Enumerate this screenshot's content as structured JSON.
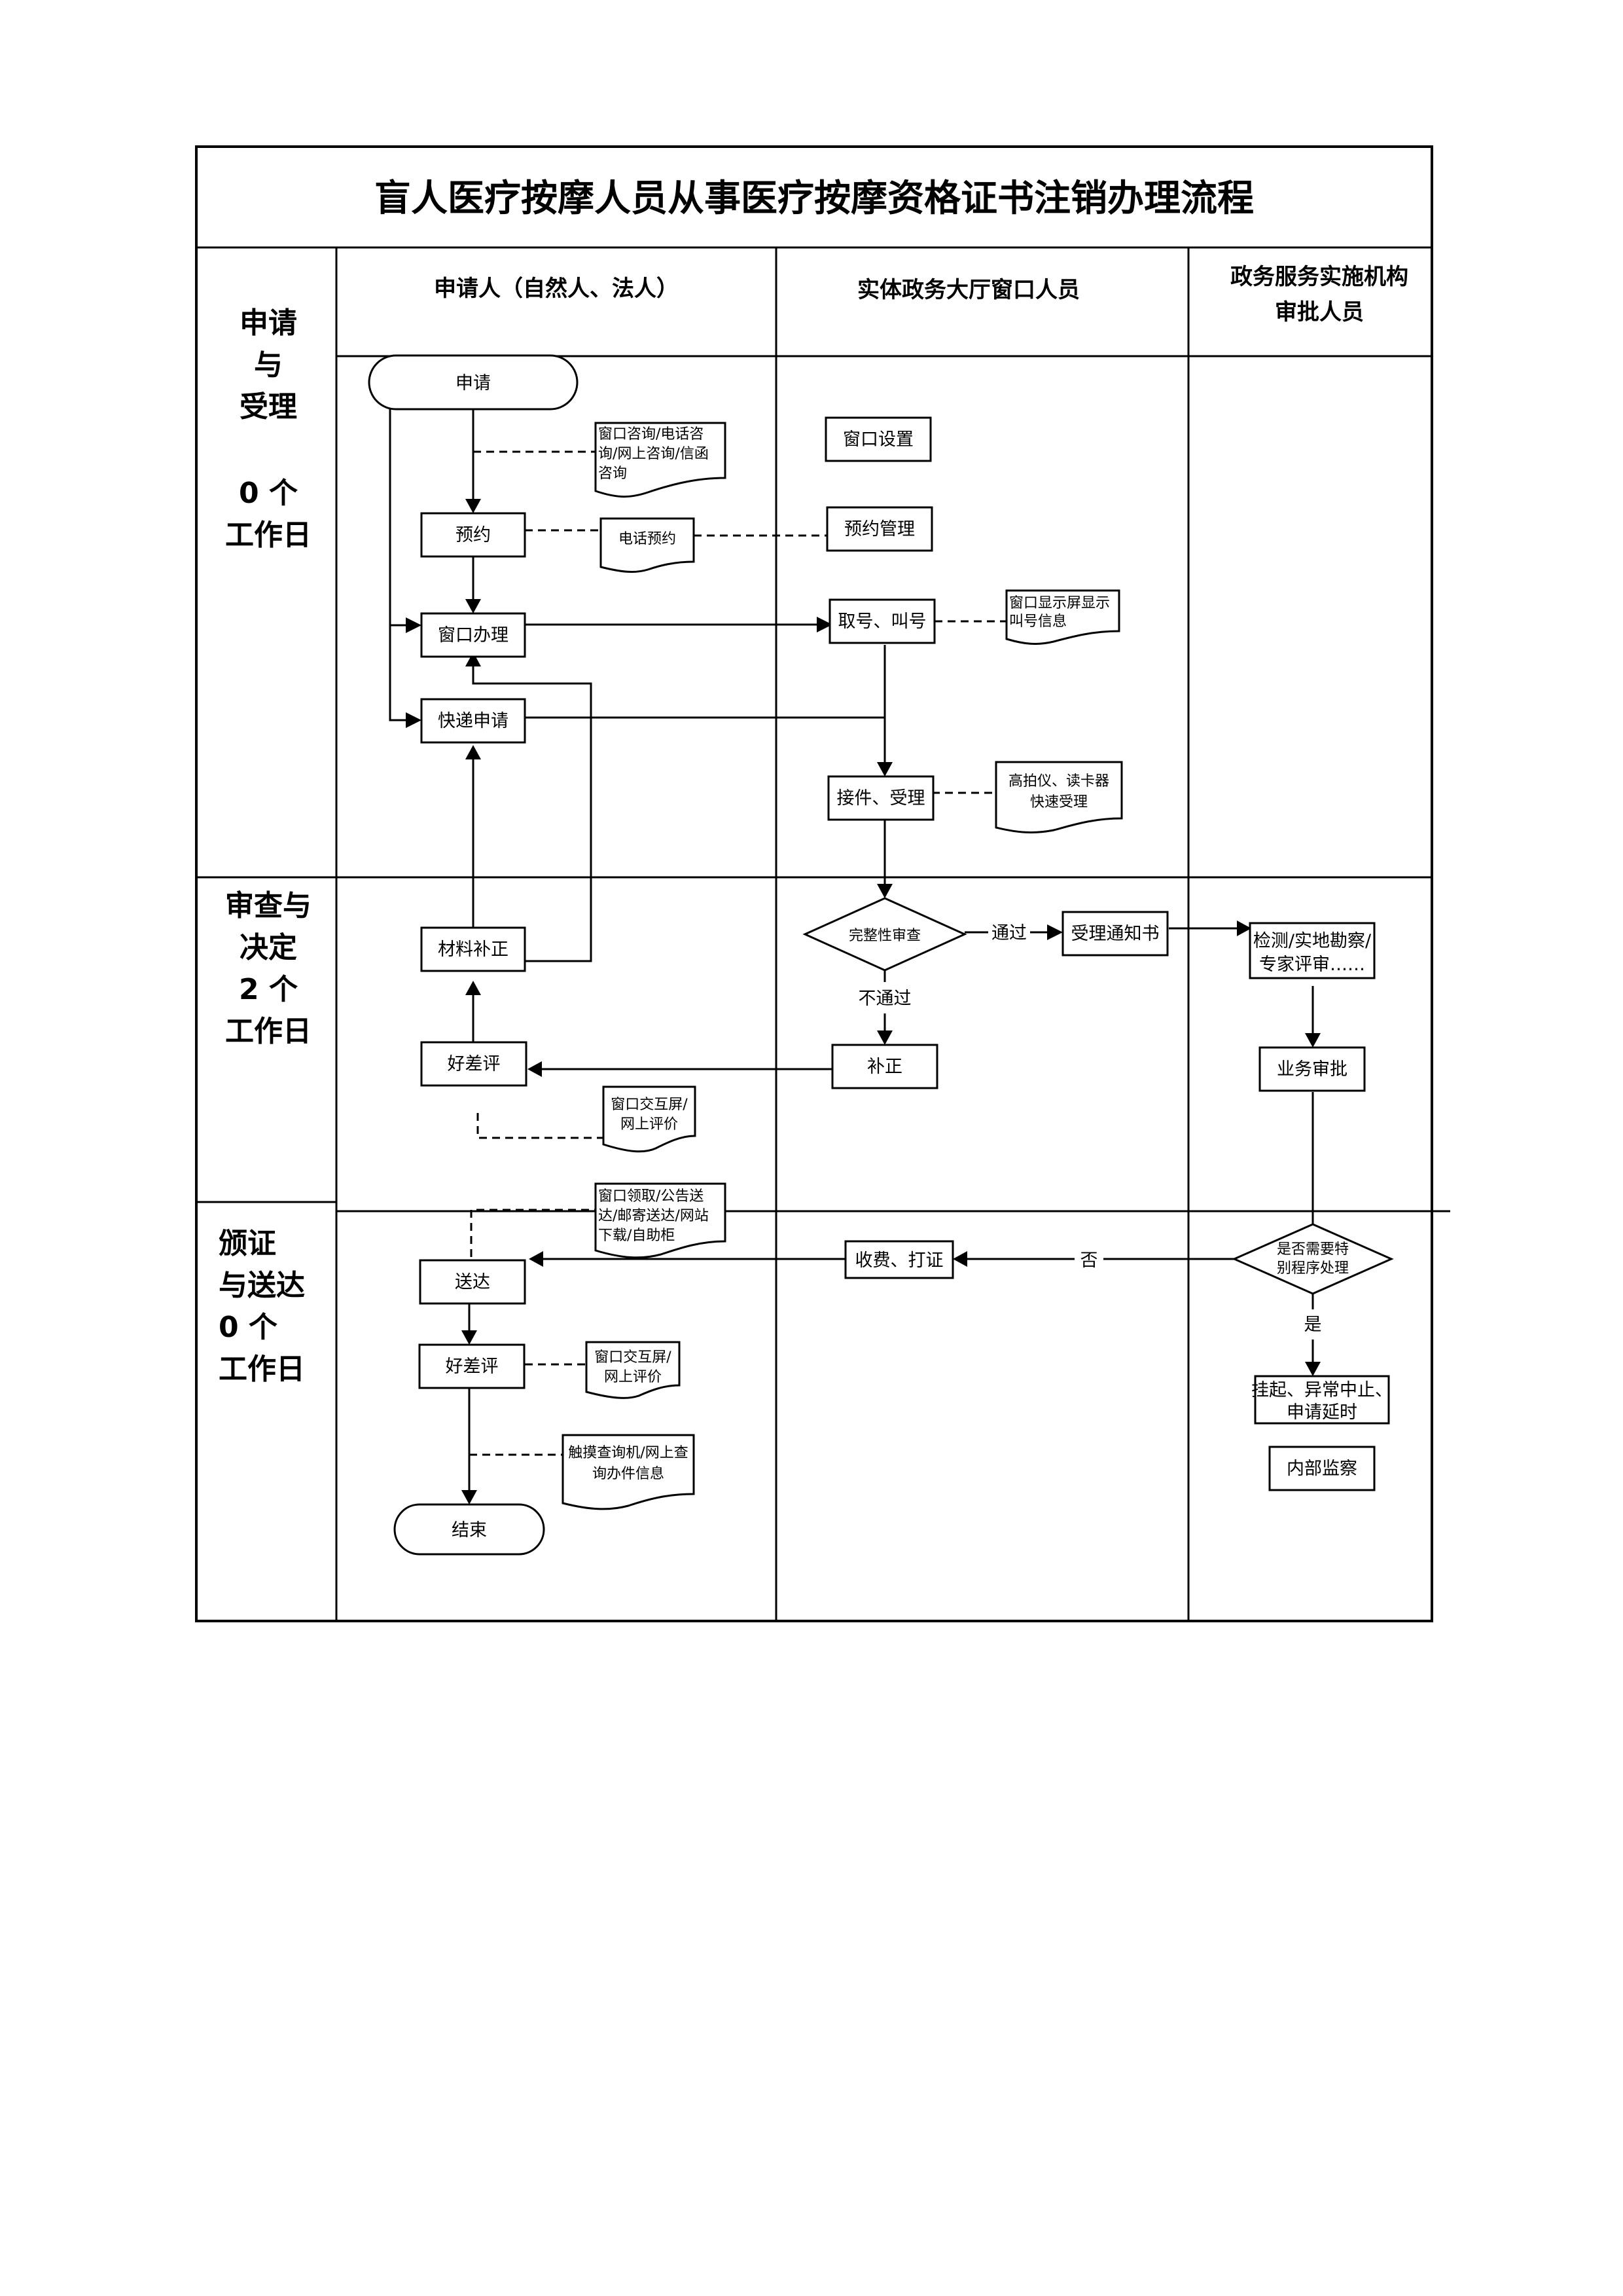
{
  "title": "盲人医疗按摩人员从事医疗按摩资格证书注销办理流程",
  "lanes": {
    "applicant": "申请人（自然人、法人）",
    "hall": "实体政务大厅窗口人员",
    "agency": [
      "政务服务实施机构",
      "审批人员"
    ]
  },
  "phases": [
    {
      "lines": [
        "申请",
        "与",
        "受理",
        "",
        "0 个",
        "工作日"
      ]
    },
    {
      "lines": [
        "审查与",
        "决定",
        "2 个",
        "工作日"
      ]
    },
    {
      "lines": [
        "颁证",
        "与送达",
        "0 个",
        "工作日"
      ]
    }
  ],
  "nodes": {
    "apply": "申请",
    "reserve": "预约",
    "window_handle": "窗口办理",
    "express_apply": "快递申请",
    "material_fix": "材料补正",
    "rating1": "好差评",
    "deliver": "送达",
    "rating2": "好差评",
    "end": "结束",
    "window_setup": "窗口设置",
    "reserve_mgmt": "预约管理",
    "take_number": "取号、叫号",
    "receive_accept": "接件、受理",
    "completeness_check": "完整性审查",
    "accept_notice": "受理通知书",
    "correction": "补正",
    "charge_print": "收费、打证",
    "inspection": [
      "检测/实地勘察/",
      "专家评审……"
    ],
    "business_approval": "业务审批",
    "special_check": [
      "是否需要特",
      "别程序处理"
    ],
    "suspend": [
      "挂起、异常中止、",
      "申请延时"
    ],
    "internal_supervision": "内部监察"
  },
  "documents": {
    "consult": [
      "窗口咨询/电话咨",
      "询/网上咨询/信函",
      "咨询"
    ],
    "phone_reserve": "电话预约",
    "display_screen": [
      "窗口显示屏显示",
      "叫号信息"
    ],
    "fast_accept": [
      "高拍仪、读卡器",
      "快速受理"
    ],
    "rating_screen1": [
      "窗口交互屏/",
      "网上评价"
    ],
    "delivery_methods": [
      "窗口领取/公告送",
      "达/邮寄送达/网站",
      "下载/自助柜"
    ],
    "rating_screen2": [
      "窗口交互屏/",
      "网上评价"
    ],
    "query_machine": [
      "触摸查询机/网上查",
      "询办件信息"
    ]
  },
  "edge_labels": {
    "pass": "通过",
    "fail": "不通过",
    "no": "否",
    "yes": "是"
  }
}
